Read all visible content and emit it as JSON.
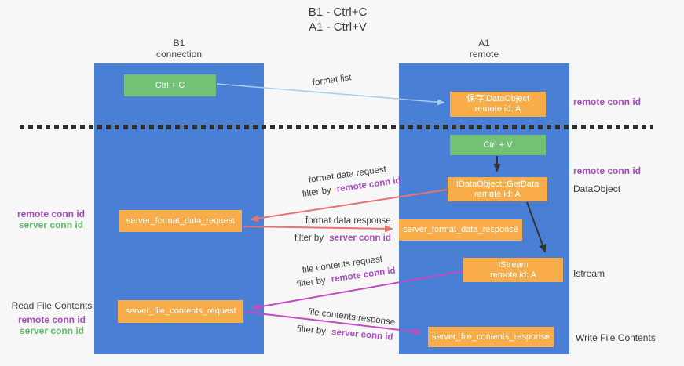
{
  "title": {
    "line1": "B1 - Ctrl+C",
    "line2": "A1 - Ctrl+V"
  },
  "columns": {
    "left": {
      "name": "B1",
      "role": "connection"
    },
    "right": {
      "name": "A1",
      "role": "remote"
    }
  },
  "boxes": {
    "ctrl_c": "Ctrl + C",
    "ctrl_v": "Ctrl + V",
    "saved_idataobject": {
      "line1": "保存IDataObject",
      "line2": "remote id: A"
    },
    "idataobject_getdata": {
      "line1": "IDataObject::GetData",
      "line2": "remote id: A"
    },
    "server_format_data_request": "server_format_data_request",
    "server_format_data_response": "server_format_data_response",
    "istream_node": {
      "line1": "IStream",
      "line2": "remote id: A"
    },
    "server_file_contents_request": "server_file_contents_request",
    "server_file_contents_response": "server_file_contents_response"
  },
  "arrow_labels": {
    "format_list": "format list",
    "format_data_request": "format data request",
    "format_data_response": "format data response",
    "file_contents_request": "file contents request",
    "file_contents_response": "file contents response",
    "filter_by": "filter by",
    "remote_conn_id": "remote conn id",
    "server_conn_id": "server conn id"
  },
  "side_labels": {
    "remote_conn_id": "remote conn id",
    "server_conn_id": "server conn id",
    "dataobject": "DataObject",
    "istream": "Istream",
    "read_file_contents": "Read File Contents",
    "write_file_contents": "Write File Contents"
  },
  "colors": {
    "column_blue": "#4a7fd6",
    "box_orange": "#f9ad4a",
    "box_green": "#72c175",
    "arrow_red": "#e97373",
    "arrow_magenta": "#c44bc4",
    "arrow_light_blue": "#a8cde9",
    "arrow_black": "#333333",
    "text_purple": "#a94bc8",
    "text_green": "#5fbe6a"
  }
}
